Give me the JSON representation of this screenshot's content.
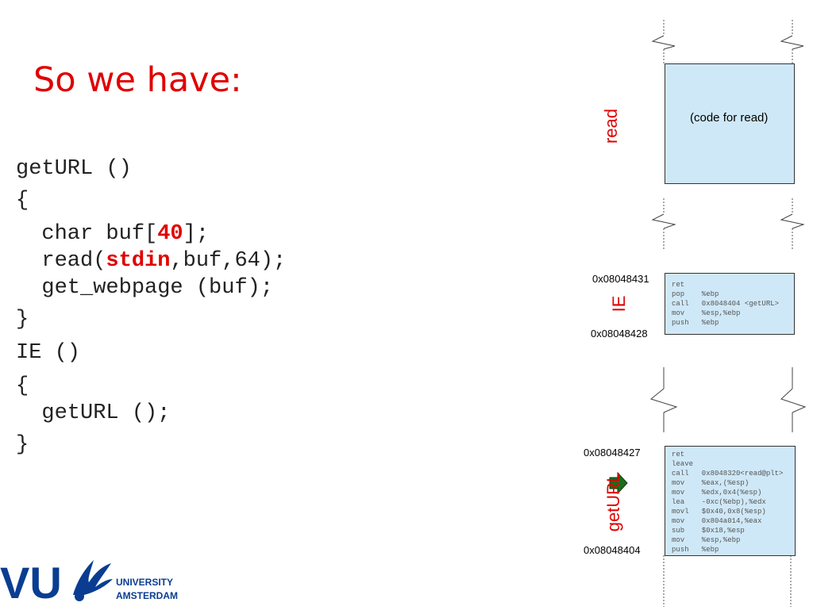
{
  "title": "So we have:",
  "code": {
    "getURL_sig": "getURL ()",
    "open1": "{",
    "char_pre": "  char buf[",
    "char_num": "40",
    "char_post": "];",
    "read_pre": "  read(",
    "read_stdin": "stdin",
    "read_post": ",buf,64);",
    "get_webpage": "  get_webpage (buf);",
    "close1": "}",
    "ie_sig": "IE ()",
    "open2": "{",
    "call_geturl": "  getURL ();",
    "close2": "}"
  },
  "diagram": {
    "read_label": "read",
    "read_box_text": "(code for read)",
    "ie_label": "IE",
    "ie_addr_top": "0x08048431",
    "ie_addr_bottom": "0x08048428",
    "ie_asm": "ret\npop    %ebp\ncall   0x8048404 <getURL>\nmov    %esp,%ebp\npush   %ebp",
    "geturl_label": "getURL",
    "geturl_addr_top": "0x08048427",
    "geturl_addr_bottom": "0x08048404",
    "geturl_asm": "ret\nleave\ncall   0x8048320<read@plt>\nmov    %eax,(%esp)\nmov    %edx,0x4(%esp)\nlea    -0xc(%ebp),%edx\nmovl   $0x40,0x8(%esp)\nmov    0x804a014,%eax\nsub    $0x18,%esp\nmov    %esp,%ebp\npush   %ebp"
  },
  "logo": {
    "letters": "VU",
    "line1": "UNIVERSITY",
    "line2": "AMSTERDAM"
  },
  "colors": {
    "accent": "#e00000",
    "box_fill": "#cfe8f7",
    "arrow": "#1e6b1e",
    "logo_blue": "#0a3d91"
  }
}
